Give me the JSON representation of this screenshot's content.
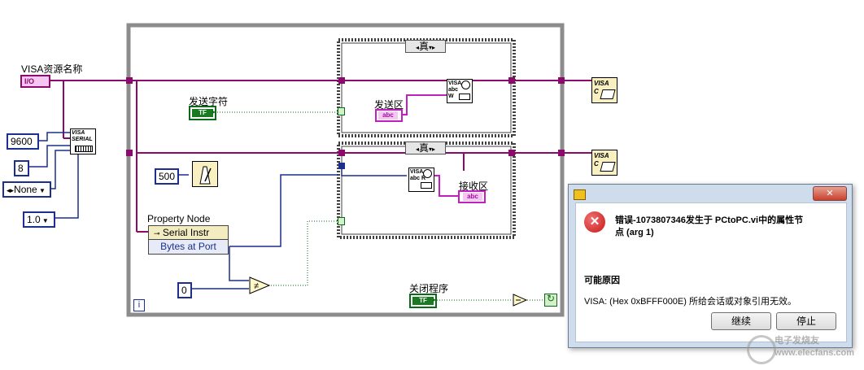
{
  "labels": {
    "visa_resource": "VISA资源名称",
    "send_string": "发送字符",
    "send_area": "发送区",
    "receive_area": "接收区",
    "property_node": "Property Node",
    "close_program": "关闭程序"
  },
  "constants": {
    "visa_io": "I/O",
    "baud": "9600",
    "data_bits": "8",
    "parity": "None",
    "stop_bits": "1.0",
    "wait_ms": "500",
    "zero": "0"
  },
  "case_selectors": {
    "top": "真",
    "bottom": "真"
  },
  "property_node": {
    "class": "Serial Instr",
    "property": "Bytes at Port"
  },
  "icons": {
    "visa_serial_text": "VISA SERIAL",
    "visa_write_text": "VISA abc W",
    "visa_read_text": "VISA abc R",
    "visa_close_text": "VISA C",
    "bool_tf": "TF",
    "str_abc": "abc",
    "loop_index": "i"
  },
  "dialog": {
    "error_title": "错误-1073807346发生于 PCtoPC.vi中的属性节点 (arg 1)",
    "reason_header": "可能原因",
    "reason_text": "VISA:  (Hex 0xBFFF000E) 所给会话或对象引用无效。",
    "continue_label": "继续",
    "stop_label": "停止"
  },
  "watermark": "电子发烧友 www.elecfans.com",
  "colors": {
    "visa_wire": "#8b0a6c",
    "numeric_wire": "#1c2f8e",
    "bool_wire": "#0a6a18",
    "string_wire": "#c020c0",
    "loop_frame": "#8c8c8c",
    "dialog_bg": "#cfdcec",
    "error_red": "#d21f1f"
  }
}
